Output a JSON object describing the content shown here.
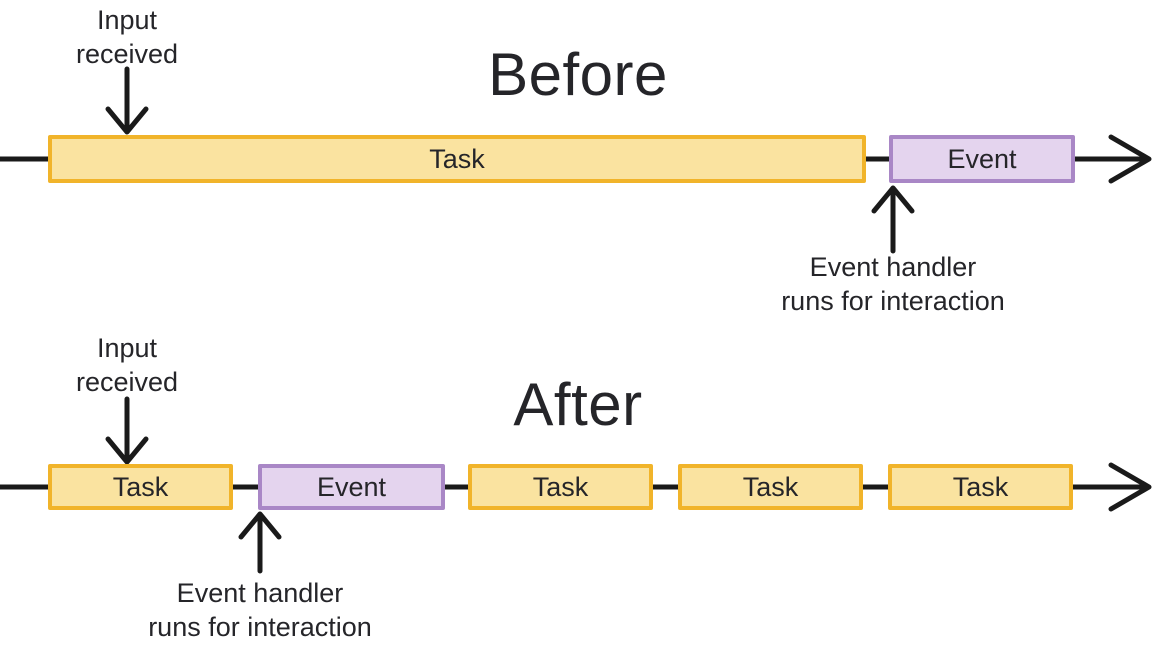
{
  "colors": {
    "task_fill": "#FAE3A0",
    "task_border": "#F1B42A",
    "event_fill": "#E4D4EE",
    "event_border": "#A987C6",
    "text_color": "#252529",
    "line_color": "#1A1A1A",
    "bg_color": "#FFFFFF"
  },
  "before": {
    "title": "Before",
    "input_annotation": {
      "line1": "Input",
      "line2": "received"
    },
    "handler_annotation": {
      "line1": "Event handler",
      "line2": "runs for interaction"
    },
    "segments": [
      {
        "type": "task",
        "label": "Task"
      },
      {
        "type": "event",
        "label": "Event"
      }
    ]
  },
  "after": {
    "title": "After",
    "input_annotation": {
      "line1": "Input",
      "line2": "received"
    },
    "handler_annotation": {
      "line1": "Event handler",
      "line2": "runs for interaction"
    },
    "segments": [
      {
        "type": "task",
        "label": "Task"
      },
      {
        "type": "event",
        "label": "Event"
      },
      {
        "type": "task",
        "label": "Task"
      },
      {
        "type": "task",
        "label": "Task"
      },
      {
        "type": "task",
        "label": "Task"
      }
    ]
  }
}
